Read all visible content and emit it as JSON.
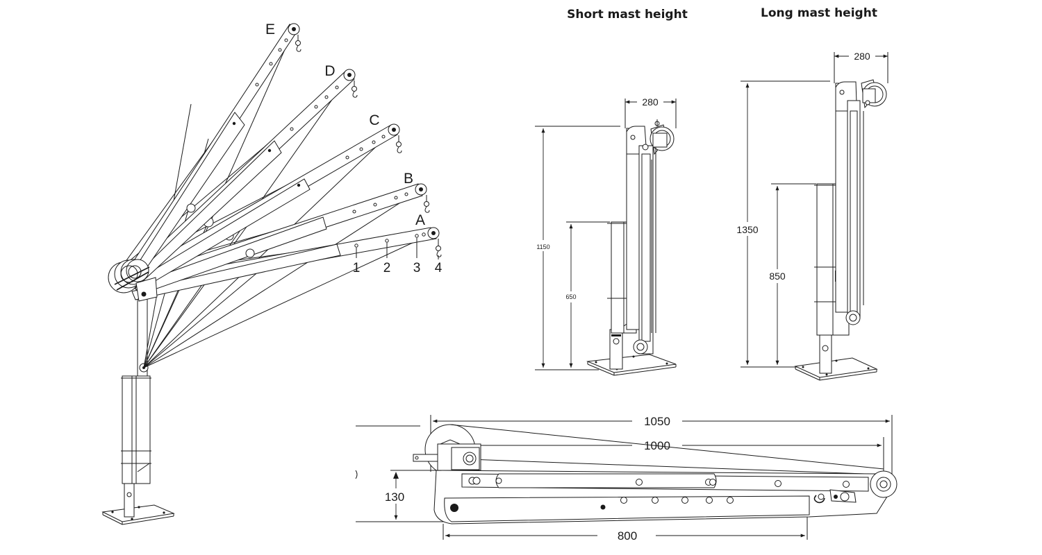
{
  "headings": {
    "short_mast": "Short mast height",
    "long_mast": "Long mast height"
  },
  "boom_positions": [
    "A",
    "B",
    "C",
    "D",
    "E"
  ],
  "hook_points": [
    "1",
    "2",
    "3",
    "4"
  ],
  "short_mast_dims": {
    "width": "280",
    "total_height": "1150",
    "mast_height": "650"
  },
  "long_mast_dims": {
    "width": "280",
    "total_height": "1350",
    "mast_height": "850"
  },
  "boom_dims": {
    "overall": "1050",
    "reach": "1000",
    "height": "130",
    "inner_arm": "800"
  }
}
